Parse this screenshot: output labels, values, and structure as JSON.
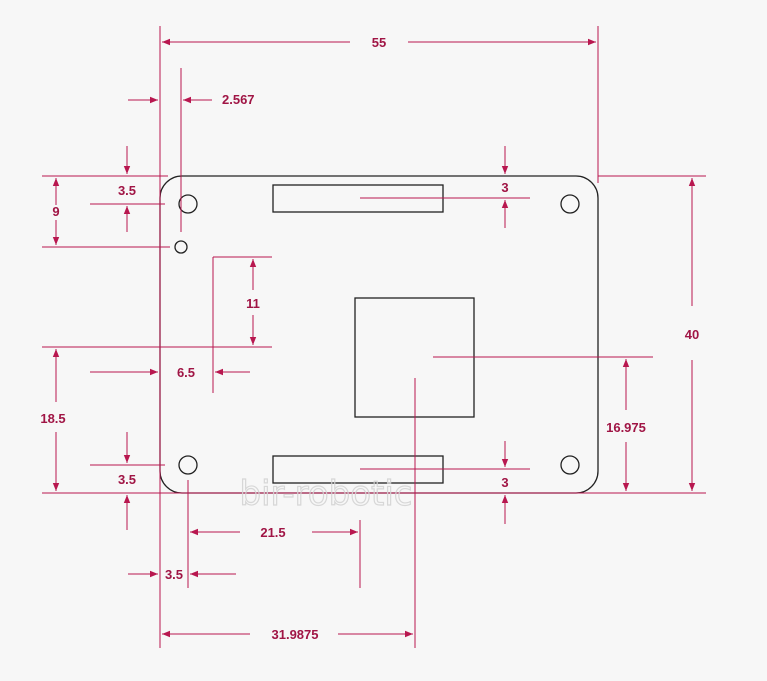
{
  "drawing": {
    "overall_width": "55",
    "overall_height": "40",
    "hole_edge_offset_top": "3.5",
    "hole_edge_offset_bottom": "3.5",
    "hole_edge_offset_x": "3.5",
    "led_x_offset": "2.567",
    "led_y_offset": "9",
    "connector_gap_top": "3",
    "connector_gap_bottom": "3",
    "feature_height": "11",
    "feature_x": "6.5",
    "feature_y": "18.5",
    "connector_x": "21.5",
    "chip_x": "31.9875",
    "chip_y": "16.975"
  },
  "watermark": "bir-robotic",
  "colors": {
    "dimension": "#b8174f",
    "outline": "#222222",
    "background": "#f7f7f7"
  }
}
